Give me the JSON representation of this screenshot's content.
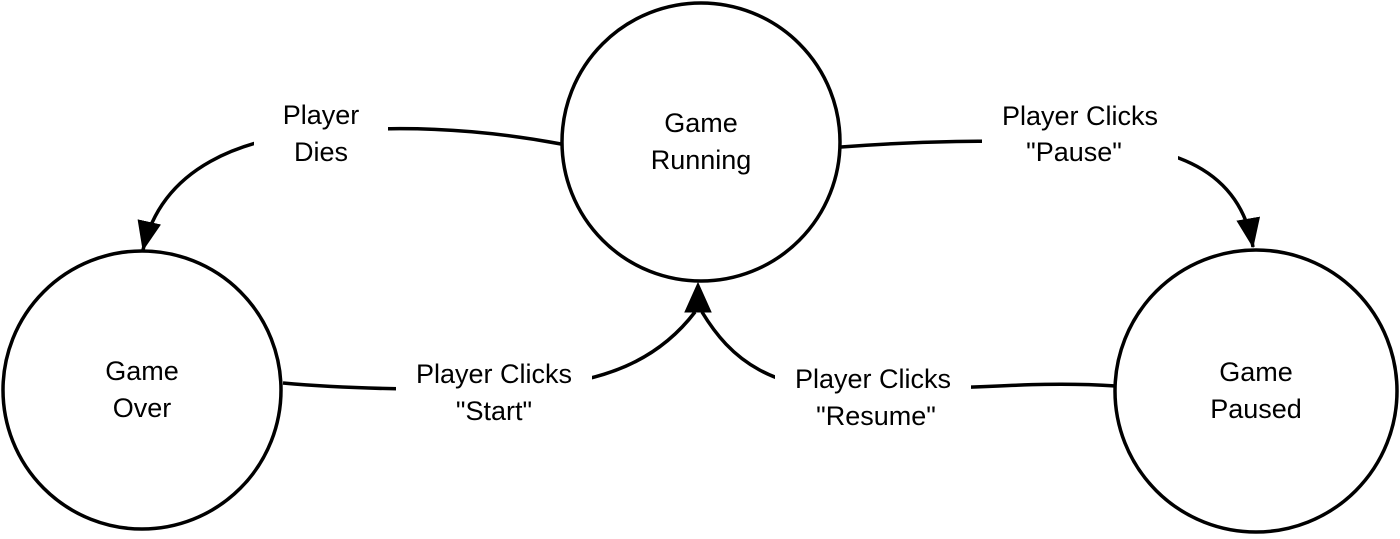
{
  "diagram": {
    "type": "state-machine",
    "background_color": "#ffffff",
    "stroke_color": "#000000",
    "text_color": "#000000",
    "states": {
      "running": {
        "line1": "Game",
        "line2": "Running"
      },
      "over": {
        "line1": "Game",
        "line2": "Over"
      },
      "paused": {
        "line1": "Game",
        "line2": "Paused"
      }
    },
    "transitions": {
      "player_dies": {
        "line1": "Player",
        "line2": "Dies",
        "from": "Game Running",
        "to": "Game Over"
      },
      "player_clicks_pause": {
        "line1": "Player Clicks",
        "line2": "\"Pause\"",
        "from": "Game Running",
        "to": "Game Paused"
      },
      "player_clicks_start": {
        "line1": "Player Clicks",
        "line2": "\"Start\"",
        "from": "Game Over",
        "to": "Game Running"
      },
      "player_clicks_resume": {
        "line1": "Player Clicks",
        "line2": "\"Resume\"",
        "from": "Game Paused",
        "to": "Game Running"
      }
    }
  }
}
